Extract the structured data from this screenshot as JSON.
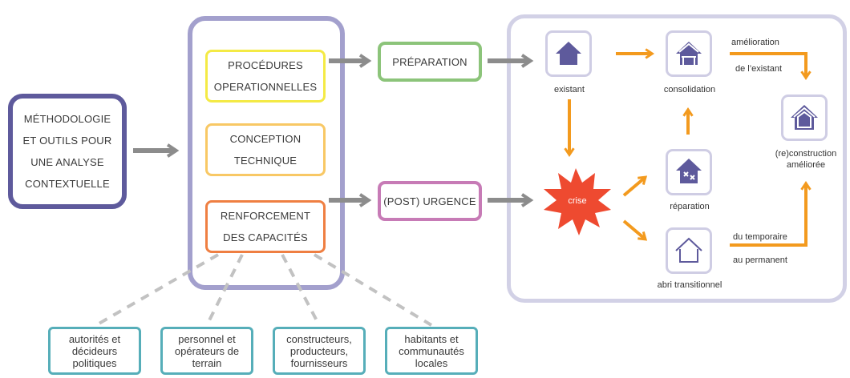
{
  "methodology": {
    "label": "MÉTHODOLOGIE ET OUTILS POUR UNE ANALYSE CONTEXTUELLE"
  },
  "pillars": [
    {
      "label": "PROCÉDURES OPERATIONNELLES"
    },
    {
      "label": "CONCEPTION TECHNIQUE"
    },
    {
      "label": "RENFORCEMENT DES CAPACITÉS"
    }
  ],
  "phases": {
    "preparation": "PRÉPARATION",
    "emergency": "(POST) URGENCE"
  },
  "stakeholders": [
    "autorités et décideurs politiques",
    "personnel et opérateurs de terrain",
    "constructeurs, producteurs, fournisseurs",
    "habitants et communautés locales"
  ],
  "nodes": {
    "existing": "existant",
    "consolidation": "consolidation",
    "crisis": "crise",
    "repair": "réparation",
    "transitional": "abri transitionnel",
    "improved_1": "(re)construction",
    "improved_2": "améliorée"
  },
  "edge_labels": {
    "improvement_1": "amélioration",
    "improvement_2": "de l’existant",
    "temp_1": "du temporaire",
    "temp_2": "au permanent"
  },
  "icons": [
    "house-icon",
    "house-reinforced-icon",
    "house-damaged-icon",
    "shelter-frame-icon",
    "house-improved-icon",
    "crisis-burst-icon",
    "arrow-icon"
  ],
  "colors": {
    "methodology": "#5e5a9c",
    "frame": "#a3a0cd",
    "procedures": "#f4ea45",
    "conception": "#f8c865",
    "capacity": "#ef7f42",
    "preparation": "#8cc47a",
    "emergency": "#c77bb6",
    "stakeholder": "#56aeb9",
    "flow_arrow": "#f39a1e",
    "gray_arrow": "#8c8c8c",
    "crisis": "#ee4a30",
    "house": "#5e5a9c",
    "panel": "#d2d1e6"
  }
}
